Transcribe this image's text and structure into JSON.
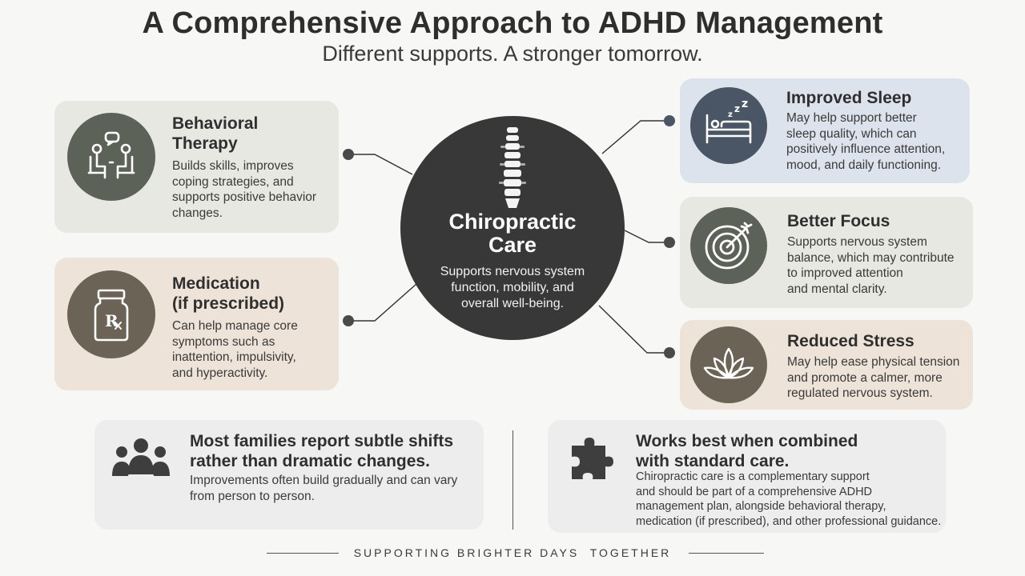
{
  "header": {
    "title": "A Comprehensive Approach to ADHD Management",
    "subtitle": "Different supports. A stronger tomorrow."
  },
  "center": {
    "title_line1": "Chiropractic",
    "title_line2": "Care",
    "desc_line1": "Supports nervous system",
    "desc_line2": "function, mobility, and",
    "desc_line3": "overall well-being.",
    "icon": "spine-icon"
  },
  "left_cards": [
    {
      "title_line1": "Behavioral",
      "title_line2": "Therapy",
      "desc_line1": "Builds skills, improves",
      "desc_line2": "coping strategies, and",
      "desc_line3": "supports positive behavior",
      "desc_line4": "changes.",
      "icon": "therapy-conversation-icon",
      "bg": "#e6e8e1",
      "icon_bg": "#5c6258"
    },
    {
      "title_line1": "Medication",
      "title_line2": "(if prescribed)",
      "desc_line1": "Can help manage core",
      "desc_line2": "symptoms such as",
      "desc_line3": "inattention, impulsivity,",
      "desc_line4": "and hyperactivity.",
      "icon": "prescription-bottle-icon",
      "bg": "#ede3d8",
      "icon_bg": "#6b6356"
    }
  ],
  "right_cards": [
    {
      "title": "Improved Sleep",
      "desc_line1": "May help support better",
      "desc_line2": "sleep quality, which can",
      "desc_line3": "positively influence attention,",
      "desc_line4": "mood, and daily functioning.",
      "icon": "sleep-bed-icon",
      "bg": "#dde3ec",
      "icon_bg": "#4a5666"
    },
    {
      "title": "Better Focus",
      "desc_line1": "Supports nervous system",
      "desc_line2": "balance, which may contribute",
      "desc_line3": "to improved attention",
      "desc_line4": "and mental clarity.",
      "icon": "target-icon",
      "bg": "#e6e8e1",
      "icon_bg": "#5c6258"
    },
    {
      "title": "Reduced Stress",
      "desc_line1": "May help ease physical tension",
      "desc_line2": "and promote a calmer, more",
      "desc_line3": "regulated nervous system.",
      "icon": "lotus-icon",
      "bg": "#ede3d8",
      "icon_bg": "#6b6356"
    }
  ],
  "bottom_left": {
    "title_line1": "Most families report subtle shifts",
    "title_line2": "rather than dramatic changes.",
    "desc_line1": "Improvements often build gradually and can vary",
    "desc_line2": "from person to person.",
    "icon": "family-group-icon"
  },
  "bottom_right": {
    "title_line1": "Works best when combined",
    "title_line2": "with standard care.",
    "desc_line1": "Chiropractic care is a complementary support",
    "desc_line2": "and should be part of a comprehensive ADHD",
    "desc_line3": "management plan, alongside behavioral therapy,",
    "desc_line4": "medication (if prescribed), and other professional guidance.",
    "icon": "puzzle-piece-icon"
  },
  "footer": {
    "text": "SUPPORTING BRIGHTER DAYS  TOGETHER"
  },
  "colors": {
    "center_bg": "#383838",
    "connector": "#333333",
    "bottom_card_bg": "#ededed"
  }
}
